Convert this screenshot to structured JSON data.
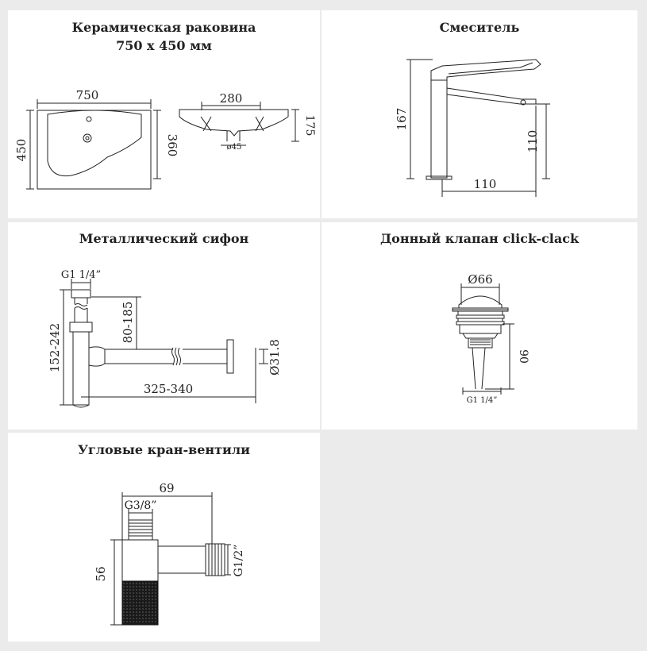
{
  "panels": {
    "sink": {
      "title": "Керамическая раковина",
      "subtitle": "750 x 450 мм",
      "dim_width": "750",
      "dim_depth": "450",
      "dim_bowl": "360",
      "dim_side_width": "280",
      "dim_side_height": "175",
      "dim_drain": "ø45"
    },
    "mixer": {
      "title": "Смеситель",
      "dim_height": "167",
      "dim_spout_height": "110",
      "dim_reach": "110"
    },
    "siphon": {
      "title": "Металлический сифон",
      "thread": "G1 1/4”",
      "dim_height": "152-242",
      "dim_adjust": "80-185",
      "dim_length": "325-340",
      "dim_pipe": "Ø31.8"
    },
    "valve": {
      "title": "Донный клапан click-clack",
      "dim_diameter": "Ø66",
      "dim_height": "90",
      "thread": "G1 1/4”"
    },
    "angle_valve": {
      "title": "Угловые кран-вентили",
      "dim_width": "69",
      "thread_in": "G3/8”",
      "thread_out": "G1/2”",
      "dim_height": "56"
    },
    "empty": {}
  }
}
